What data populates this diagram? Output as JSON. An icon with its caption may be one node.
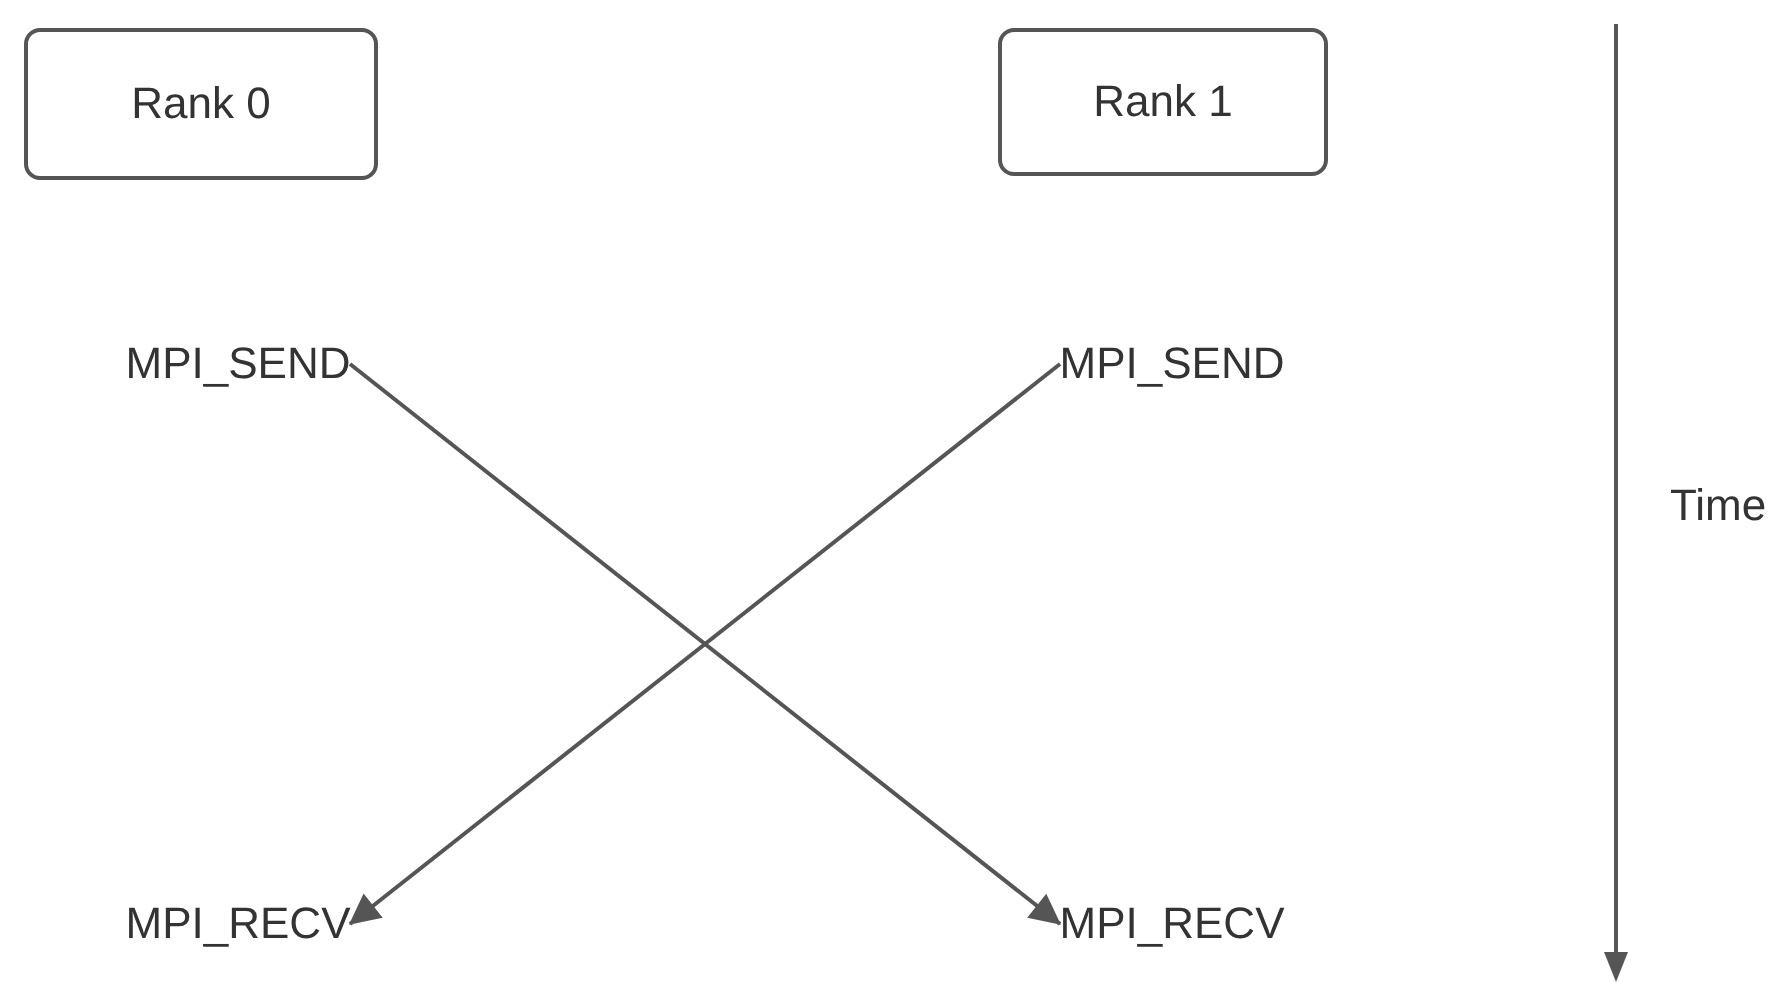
{
  "diagram": {
    "nodes": [
      {
        "text": [
          "Rank 0"
        ]
      },
      {
        "text": [
          "Rank 1"
        ]
      },
      {
        "text": [
          "MPI_SEND"
        ]
      },
      {
        "text": [
          "MPI_SEND"
        ]
      },
      {
        "text": [
          "MPI_RECV"
        ]
      },
      {
        "text": [
          "MPI_RECV"
        ]
      }
    ],
    "edges": [
      {
        "from": 2,
        "to": 5,
        "arrow": "to"
      },
      {
        "from": 3,
        "to": 4,
        "arrow": "to"
      }
    ],
    "labels": [
      "Time"
    ]
  }
}
